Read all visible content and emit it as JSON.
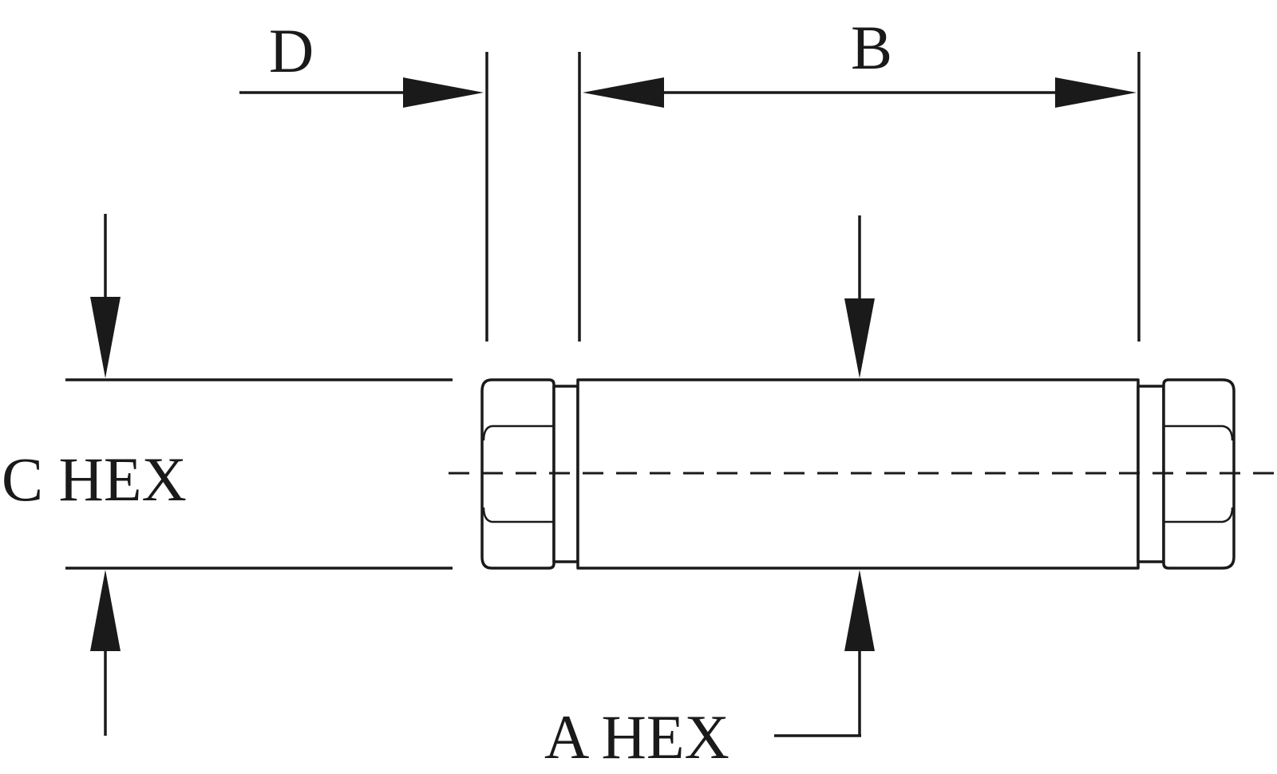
{
  "labels": {
    "d": "D",
    "b": "B",
    "c": "C HEX",
    "a": "A HEX"
  },
  "colors": {
    "line": "#1a1a1a",
    "background": "#ffffff"
  }
}
